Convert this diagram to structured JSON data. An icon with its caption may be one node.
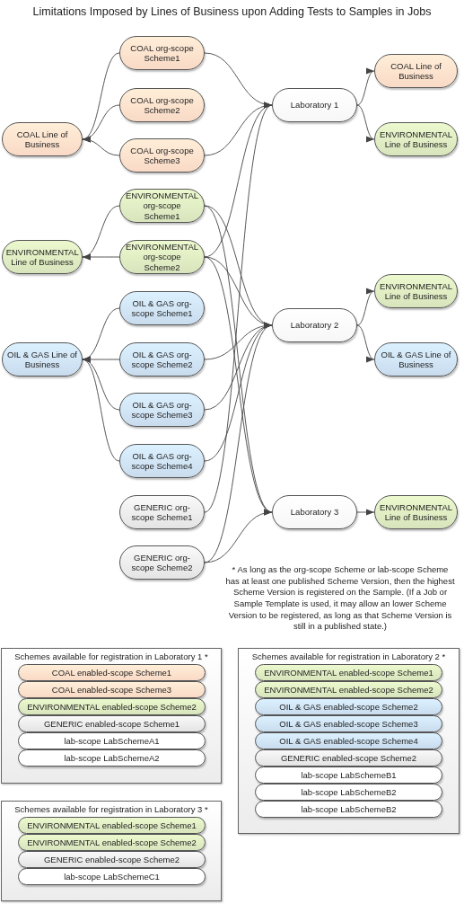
{
  "diagram": {
    "title": "Limitations Imposed by Lines of Business upon Adding Tests to Samples in Jobs",
    "nodes": [
      {
        "text": [
          "COAL org-scope Scheme1"
        ]
      },
      {
        "text": [
          "COAL Line of Business"
        ]
      },
      {
        "text": [
          "COAL org-scope Scheme2"
        ]
      },
      {
        "text": [
          "Laboratory 1"
        ]
      },
      {
        "text": [
          "COAL Line of Business"
        ]
      },
      {
        "text": [
          "ENVIRONMENTAL Line of Business"
        ]
      },
      {
        "text": [
          "COAL org-scope Scheme3"
        ]
      },
      {
        "text": [
          "ENVIRONMENTAL org-scope Scheme1"
        ]
      },
      {
        "text": [
          "ENVIRONMENTAL Line of Business"
        ]
      },
      {
        "text": [
          "ENVIRONMENTAL org-scope Scheme2"
        ]
      },
      {
        "text": [
          "ENVIRONMENTAL Line of Business"
        ]
      },
      {
        "text": [
          "OIL & GAS org-scope Scheme1"
        ]
      },
      {
        "text": [
          "Laboratory 2"
        ]
      },
      {
        "text": [
          "OIL & GAS Line of Business"
        ]
      },
      {
        "text": [
          "OIL & GAS org-scope Scheme2"
        ]
      },
      {
        "text": [
          "OIL & GAS Line of Business"
        ]
      },
      {
        "text": [
          "OIL & GAS org-scope Scheme3"
        ]
      },
      {
        "text": [
          "OIL & GAS org-scope Scheme4"
        ]
      },
      {
        "text": [
          "GENERIC org-scope Scheme1"
        ]
      },
      {
        "text": [
          "Laboratory 3"
        ]
      },
      {
        "text": [
          "ENVIRONMENTAL Line of Business"
        ]
      },
      {
        "text": [
          "GENERIC org-scope Scheme2"
        ]
      },
      {
        "text": [
          "Schemes available for registration in Laboratory 1 *"
        ]
      },
      {
        "text": [
          "COAL enabled-scope Scheme1"
        ],
        "in": 22
      },
      {
        "text": [
          "COAL enabled-scope Scheme3"
        ],
        "in": 22
      },
      {
        "text": [
          "ENVIRONMENTAL enabled-scope Scheme2"
        ],
        "in": 22
      },
      {
        "text": [
          "GENERIC enabled-scope Scheme1"
        ],
        "in": 22
      },
      {
        "text": [
          "lab-scope LabSchemeA1"
        ],
        "in": 22
      },
      {
        "text": [
          "lab-scope LabSchemeA2"
        ],
        "in": 22
      },
      {
        "text": [
          "Schemes available for registration in Laboratory 2 *"
        ]
      },
      {
        "text": [
          "ENVIRONMENTAL enabled-scope Scheme1"
        ],
        "in": 29
      },
      {
        "text": [
          "ENVIRONMENTAL enabled-scope Scheme2"
        ],
        "in": 29
      },
      {
        "text": [
          "OIL & GAS enabled-scope Scheme2"
        ],
        "in": 29
      },
      {
        "text": [
          "OIL & GAS enabled-scope Scheme3"
        ],
        "in": 29
      },
      {
        "text": [
          "OIL & GAS enabled-scope Scheme4"
        ],
        "in": 29
      },
      {
        "text": [
          "GENERIC enabled-scope Scheme2"
        ],
        "in": 29
      },
      {
        "text": [
          "lab-scope LabSchemeB1"
        ],
        "in": 29
      },
      {
        "text": [
          "lab-scope LabSchemeB2"
        ],
        "in": 29
      },
      {
        "text": [
          "lab-scope LabSchemeB2"
        ],
        "in": 29
      },
      {
        "text": [
          "Schemes available for registration in Laboratory 3 *"
        ]
      },
      {
        "text": [
          "ENVIRONMENTAL enabled-scope Scheme1"
        ],
        "in": 39
      },
      {
        "text": [
          "ENVIRONMENTAL enabled-scope Scheme2"
        ],
        "in": 39
      },
      {
        "text": [
          "GENERIC enabled-scope Scheme2"
        ],
        "in": 39
      },
      {
        "text": [
          "lab-scope LabSchemeC1"
        ],
        "in": 39
      }
    ],
    "edges": [
      {
        "from": 0,
        "to": 4,
        "arrow": "to"
      },
      {
        "from": 2,
        "to": 4,
        "arrow": "to"
      },
      {
        "from": 6,
        "to": 4,
        "arrow": "to"
      },
      {
        "from": 7,
        "to": 8,
        "arrow": "to"
      },
      {
        "from": 9,
        "to": 8,
        "arrow": "to"
      },
      {
        "from": 11,
        "to": 13,
        "arrow": "to"
      },
      {
        "from": 14,
        "to": 13,
        "arrow": "to"
      },
      {
        "from": 16,
        "to": 13,
        "arrow": "to"
      },
      {
        "from": 17,
        "to": 13,
        "arrow": "to"
      },
      {
        "from": 0,
        "to": 3,
        "arrow": "to"
      },
      {
        "from": 6,
        "to": 3,
        "arrow": "to"
      },
      {
        "from": 9,
        "to": 3,
        "arrow": "to"
      },
      {
        "from": 18,
        "to": 3,
        "arrow": "to"
      },
      {
        "from": 7,
        "to": 12,
        "arrow": "to"
      },
      {
        "from": 9,
        "to": 12,
        "arrow": "to"
      },
      {
        "from": 14,
        "to": 12,
        "arrow": "to"
      },
      {
        "from": 16,
        "to": 12,
        "arrow": "to"
      },
      {
        "from": 17,
        "to": 12,
        "arrow": "to"
      },
      {
        "from": 21,
        "to": 12,
        "arrow": "to"
      },
      {
        "from": 7,
        "to": 19,
        "arrow": "to"
      },
      {
        "from": 9,
        "to": 19,
        "arrow": "to"
      },
      {
        "from": 21,
        "to": 19,
        "arrow": "to"
      },
      {
        "from": 3,
        "to": 1,
        "arrow": "to"
      },
      {
        "from": 3,
        "to": 5,
        "arrow": "to"
      },
      {
        "from": 12,
        "to": 10,
        "arrow": "to"
      },
      {
        "from": 12,
        "to": 15,
        "arrow": "to"
      },
      {
        "from": 19,
        "to": 20,
        "arrow": "to"
      }
    ],
    "labels": [
      "* As long as the org-scope Scheme or lab-scope Scheme has at least one published Scheme Version, then the highest Scheme Version is registered on the Sample. (If a Job or Sample Template is used, it may allow an lower Scheme Version to be registered, as long as that Scheme Version is still in a published state.)"
    ]
  }
}
